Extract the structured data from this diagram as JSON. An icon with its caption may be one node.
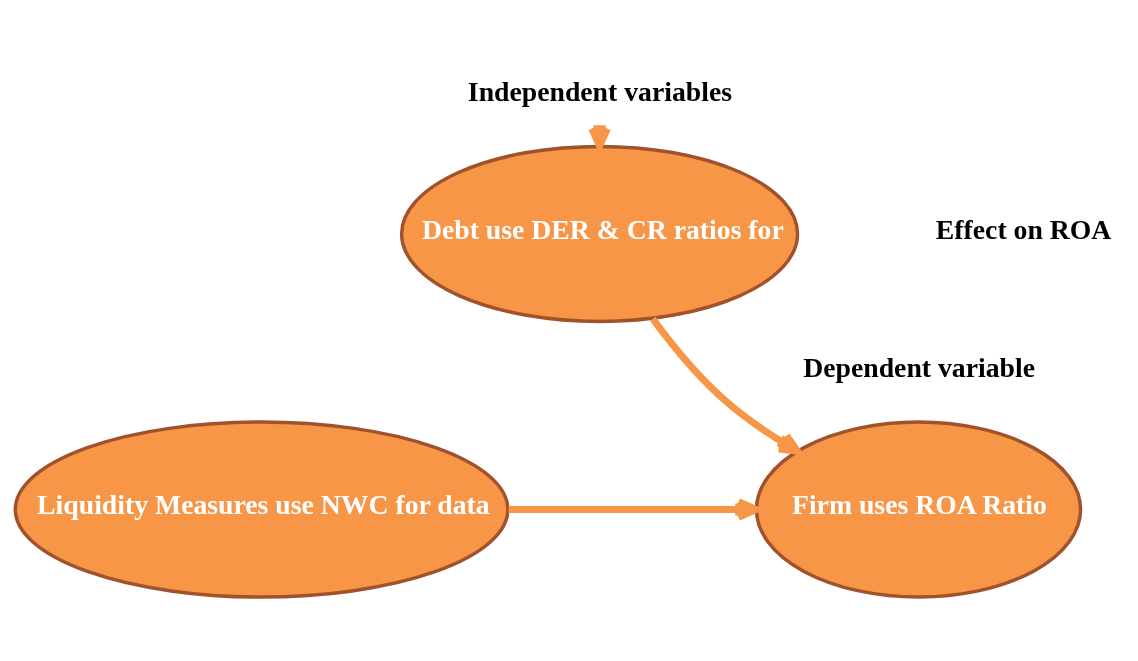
{
  "diagram": {
    "nodes": [
      {
        "text": [
          "Independent variables"
        ]
      },
      {
        "text": [
          "Debt use DER & CR ratios for"
        ]
      },
      {
        "text": [
          "Liquidity Measures use NWC for data"
        ]
      },
      {
        "text": [
          "Firm uses ROA Ratio"
        ],
        "beside": [
          "Dependent variable"
        ]
      }
    ],
    "edges": [
      {
        "from": 0,
        "to": 1,
        "arrow": "to"
      },
      {
        "from": 1,
        "to": 3,
        "arrow": "to"
      },
      {
        "from": 2,
        "to": 3,
        "arrow": "to"
      }
    ],
    "labels": [
      "Effect on ROA"
    ]
  }
}
